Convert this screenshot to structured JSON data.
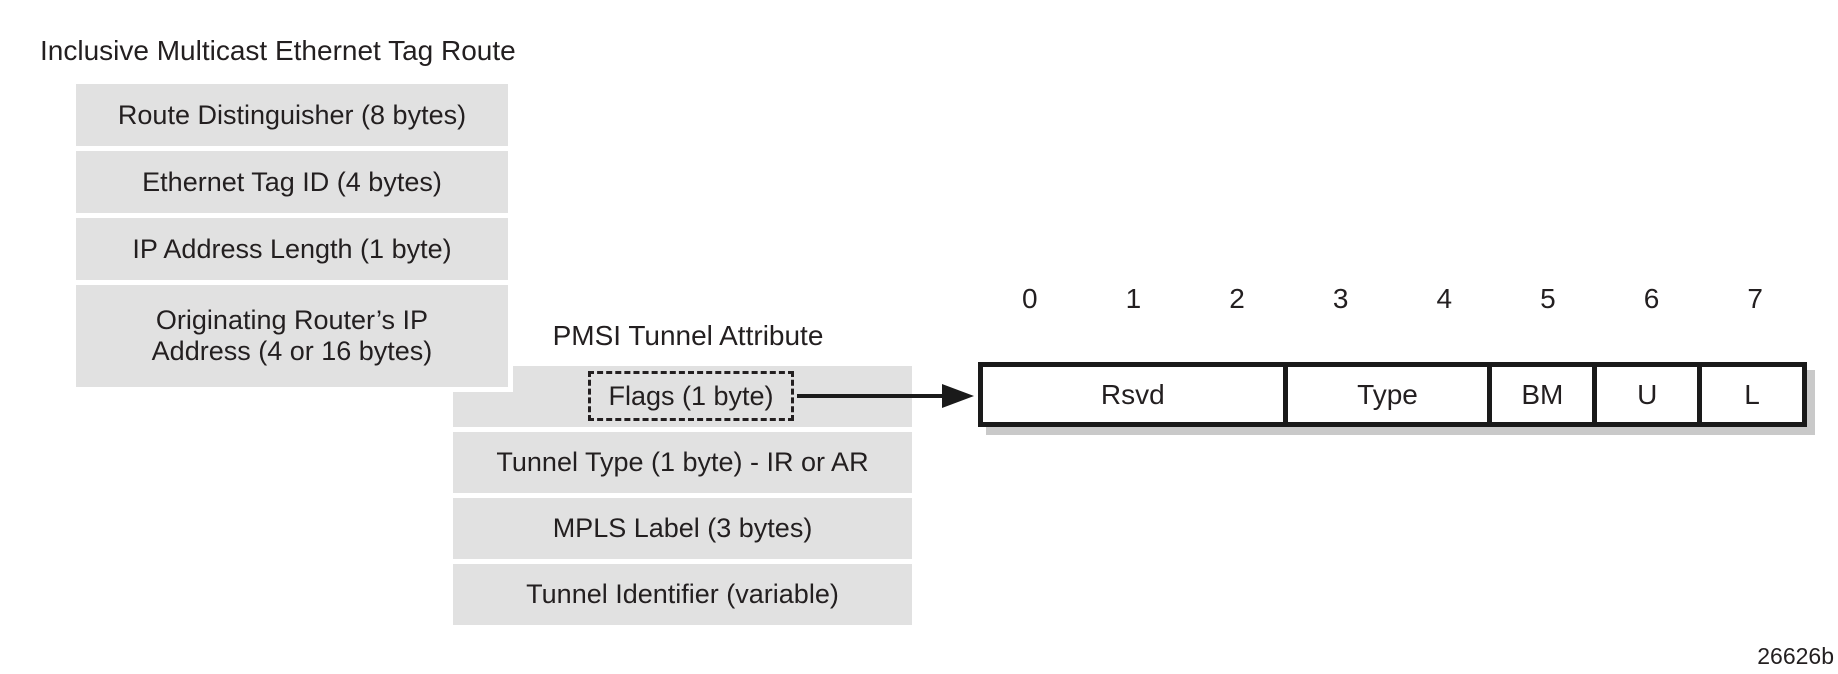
{
  "figure": {
    "id_label": "26626b",
    "imet_route": {
      "title": "Inclusive Multicast Ethernet Tag Route",
      "rows": [
        "Route Distinguisher (8 bytes)",
        "Ethernet Tag ID (4 bytes)",
        "IP Address Length (1 byte)"
      ],
      "originating_row_line1": "Originating Router’s IP",
      "originating_row_line2": "Address (4 or 16 bytes)"
    },
    "pmsi_attr": {
      "title": "PMSI Tunnel Attribute",
      "flags_row": "Flags (1 byte)",
      "rows": [
        "Tunnel Type (1 byte) - IR or AR",
        "MPLS Label (3 bytes)",
        "Tunnel Identifier (variable)"
      ]
    },
    "flags_bitfield": {
      "bit_labels": [
        "0",
        "1",
        "2",
        "3",
        "4",
        "5",
        "6",
        "7"
      ],
      "fields": [
        {
          "label": "Rsvd",
          "bits": 3
        },
        {
          "label": "Type",
          "bits": 2
        },
        {
          "label": "BM",
          "bits": 1
        },
        {
          "label": "U",
          "bits": 1
        },
        {
          "label": "L",
          "bits": 1
        }
      ]
    },
    "colors": {
      "background": "#ffffff",
      "box_fill": "#e1e1e1",
      "text": "#231f20",
      "line": "#1a1a1a",
      "shadow": "#c9c9c9"
    }
  }
}
